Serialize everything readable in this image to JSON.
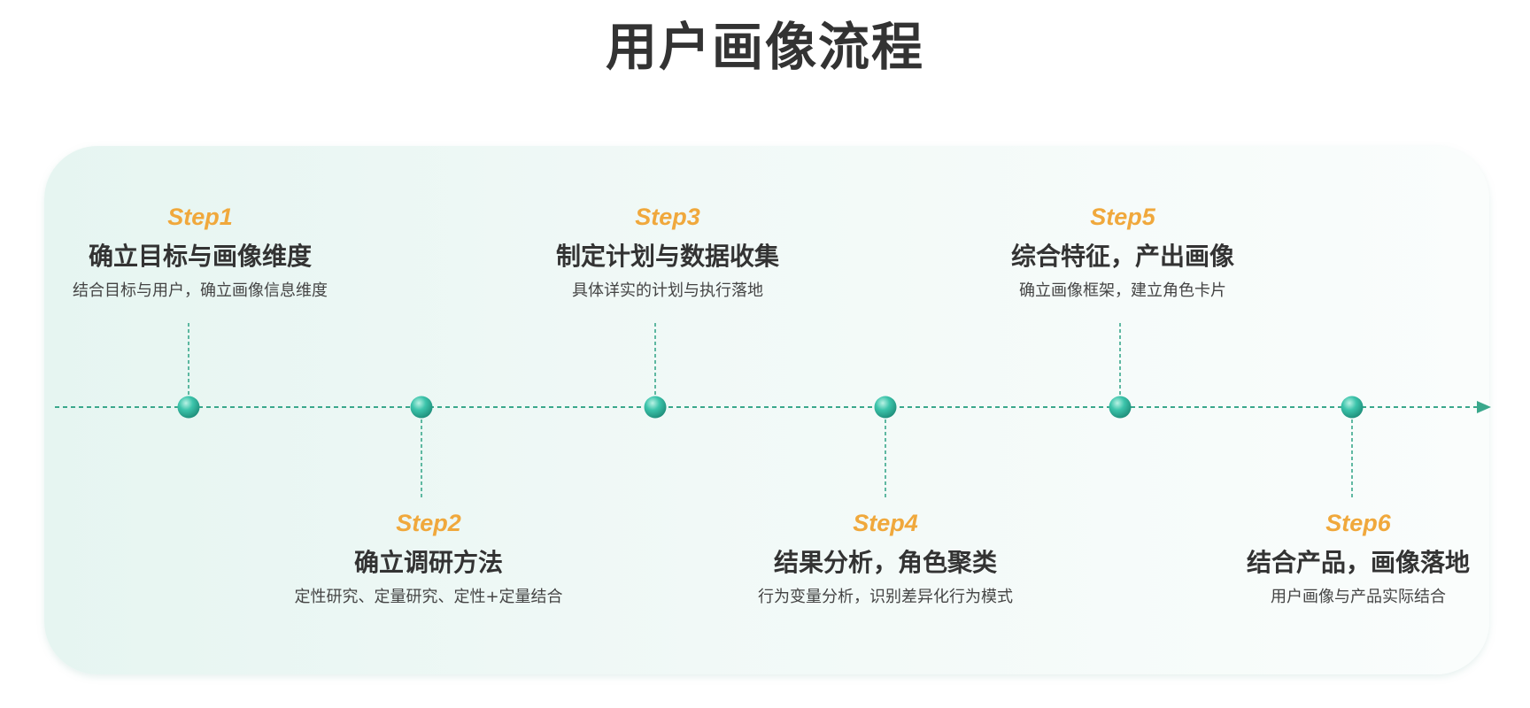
{
  "title": "用户画像流程",
  "colors": {
    "accent": "#f0a83c",
    "line": "#3aa88c",
    "node": "#3cc4ab",
    "title": "#333333"
  },
  "steps": [
    {
      "label": "Step1",
      "title": "确立目标与画像维度",
      "desc": "结合目标与用户，确立画像信息维度",
      "position": "above"
    },
    {
      "label": "Step2",
      "title": "确立调研方法",
      "desc": "定性研究、定量研究、定性+定量结合",
      "position": "below"
    },
    {
      "label": "Step3",
      "title": "制定计划与数据收集",
      "desc": "具体详实的计划与执行落地",
      "position": "above"
    },
    {
      "label": "Step4",
      "title": "结果分析，角色聚类",
      "desc": "行为变量分析，识别差异化行为模式",
      "position": "below"
    },
    {
      "label": "Step5",
      "title": "综合特征，产出画像",
      "desc": "确立画像框架，建立角色卡片",
      "position": "above"
    },
    {
      "label": "Step6",
      "title": "结合产品，画像落地",
      "desc": "用户画像与产品实际结合",
      "position": "below"
    }
  ]
}
